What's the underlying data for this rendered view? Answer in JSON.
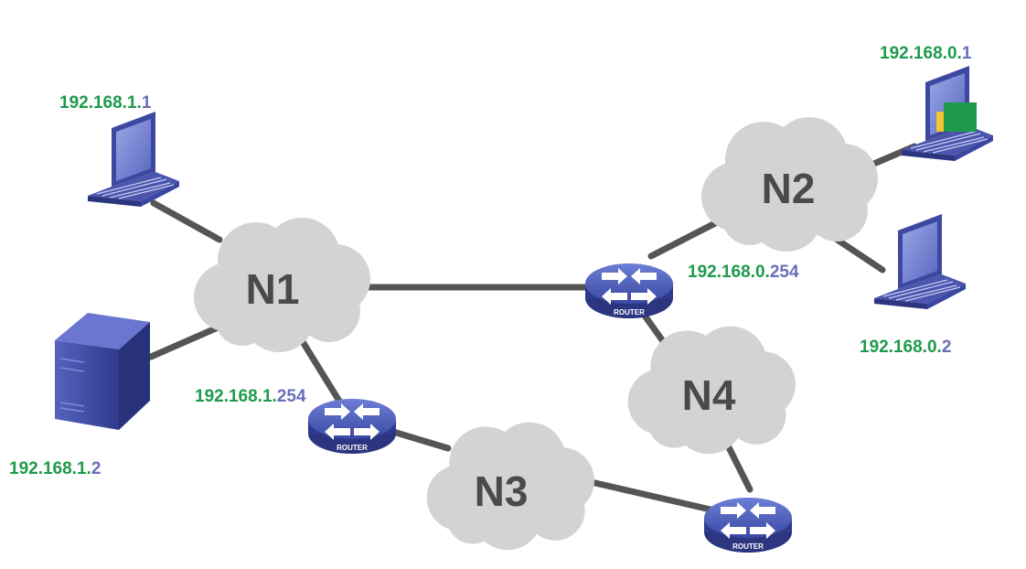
{
  "diagram": {
    "clouds": [
      {
        "id": "n1",
        "label": "N1"
      },
      {
        "id": "n2",
        "label": "N2"
      },
      {
        "id": "n3",
        "label": "N3"
      },
      {
        "id": "n4",
        "label": "N4"
      }
    ],
    "routers": [
      {
        "id": "r1",
        "tag": "ROUTER"
      },
      {
        "id": "r2",
        "tag": "ROUTER"
      },
      {
        "id": "r3",
        "tag": "ROUTER"
      }
    ],
    "ips": {
      "laptop_n1": {
        "prefix": "192.168.1.",
        "host": "1"
      },
      "server_n1": {
        "prefix": "192.168.1.",
        "host": "2"
      },
      "router_n1": {
        "prefix": "192.168.1.",
        "host": "254"
      },
      "laptop_n2_a": {
        "prefix": "192.168.0.",
        "host": "1"
      },
      "laptop_n2_b": {
        "prefix": "192.168.0.",
        "host": "2"
      },
      "router_n2": {
        "prefix": "192.168.0.",
        "host": "254"
      }
    },
    "colors": {
      "ip_prefix": "#1e9a4b",
      "ip_host": "#6a6fb8",
      "cloud": "#d3d3d3",
      "link": "#555555",
      "router": "#3f4fa8",
      "device": "#3d48a0",
      "highlight_green": "#1f9a4b",
      "highlight_yellow": "#f4c430"
    }
  }
}
